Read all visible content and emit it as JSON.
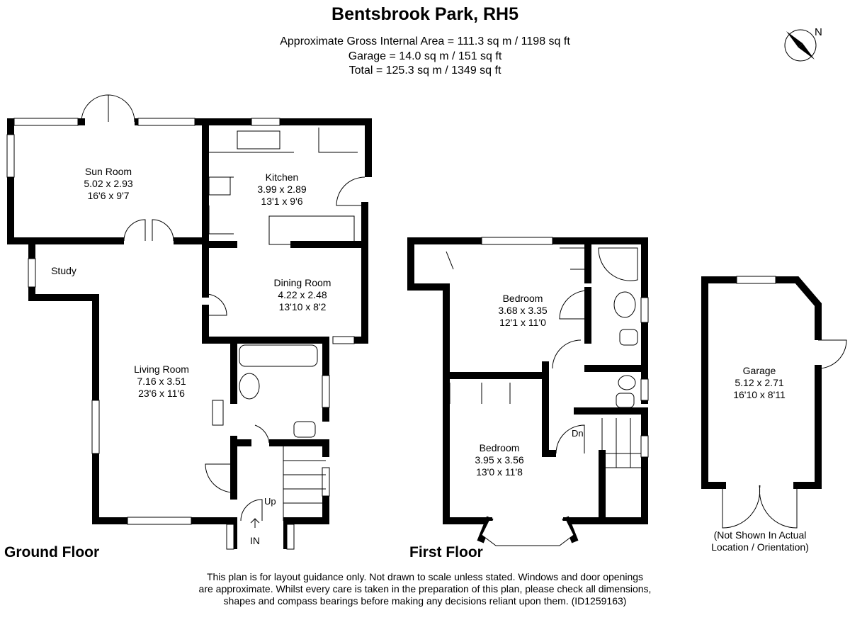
{
  "header": {
    "title": "Bentsbrook Park, RH5",
    "gross_area": "Approximate Gross Internal Area = 111.3 sq m / 1198 sq ft",
    "garage_area": "Garage = 14.0 sq m / 151 sq ft",
    "total_area": "Total = 125.3 sq m / 1349 sq ft"
  },
  "compass": {
    "label": "N"
  },
  "ground_floor": {
    "label": "Ground Floor",
    "entrance": "IN",
    "stairs_up": "Up",
    "rooms": [
      {
        "name": "Sun Room",
        "metric": "5.02 x 2.93",
        "imperial": "16'6 x 9'7"
      },
      {
        "name": "Kitchen",
        "metric": "3.99 x 2.89",
        "imperial": "13'1 x 9'6"
      },
      {
        "name": "Study"
      },
      {
        "name": "Dining Room",
        "metric": "4.22 x 2.48",
        "imperial": "13'10 x 8'2"
      },
      {
        "name": "Living Room",
        "metric": "7.16 x 3.51",
        "imperial": "23'6 x 11'6"
      }
    ]
  },
  "first_floor": {
    "label": "First Floor",
    "stairs_down": "Dn",
    "rooms": [
      {
        "name": "Bedroom",
        "metric": "3.68 x 3.35",
        "imperial": "12'1 x 11'0"
      },
      {
        "name": "Bedroom",
        "metric": "3.95 x 3.56",
        "imperial": "13'0 x 11'8"
      }
    ]
  },
  "garage": {
    "name": "Garage",
    "metric": "5.12 x 2.71",
    "imperial": "16'10 x 8'11",
    "note_line1": "(Not Shown In Actual",
    "note_line2": "Location / Orientation)"
  },
  "footer": {
    "line1": "This plan is for layout guidance only. Not drawn to scale unless stated. Windows and door openings",
    "line2": "are approximate. Whilst every care is taken in the preparation of this plan, please check all dimensions,",
    "line3": "shapes and compass bearings before making any decisions reliant upon them. (ID1259163)"
  }
}
